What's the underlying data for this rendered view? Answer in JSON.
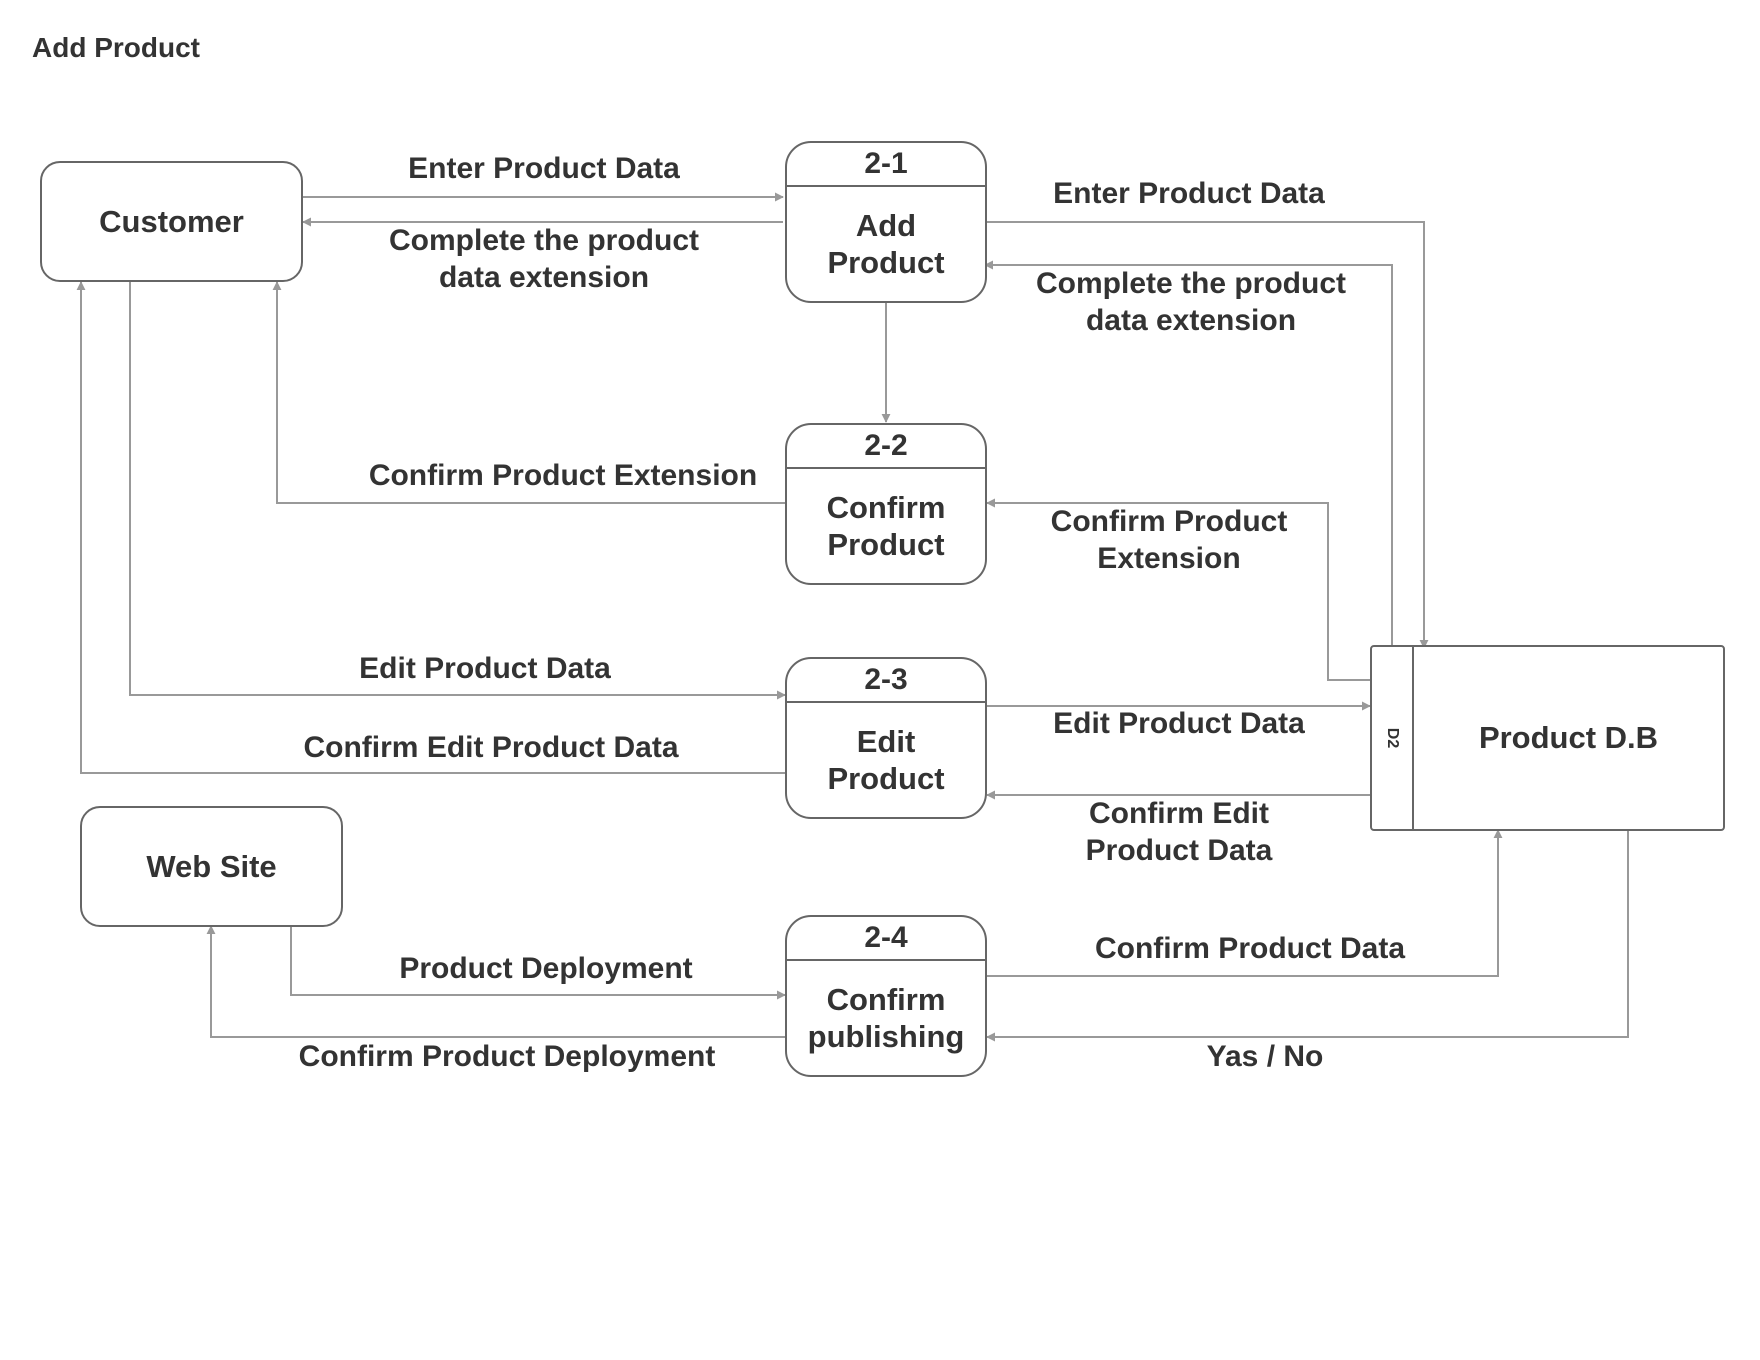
{
  "title": "Add Product",
  "externals": {
    "customer": "Customer",
    "website": "Web Site"
  },
  "processes": [
    {
      "id": "2-1",
      "name": "Add\nProduct"
    },
    {
      "id": "2-2",
      "name": "Confirm\nProduct"
    },
    {
      "id": "2-3",
      "name": "Edit\nProduct"
    },
    {
      "id": "2-4",
      "name": "Confirm\npublishing"
    }
  ],
  "store": {
    "id": "D2",
    "name": "Product D.B"
  },
  "flows": {
    "customer_to_add": "Enter Product Data",
    "add_to_customer": "Complete the product\ndata extension",
    "add_to_db": "Enter Product Data",
    "db_to_add": "Complete the product\ndata extension",
    "confirm_to_customer": "Confirm Product Extension",
    "db_to_confirm": "Confirm Product\nExtension",
    "customer_to_edit": "Edit Product Data",
    "edit_to_customer": "Confirm Edit Product Data",
    "edit_to_db": "Edit Product Data",
    "db_to_edit": "Confirm Edit\nProduct Data",
    "website_to_publish": "Product Deployment",
    "publish_to_website": "Confirm Product Deployment",
    "publish_to_db": "Confirm Product Data",
    "db_to_publish": "Yas / No"
  }
}
